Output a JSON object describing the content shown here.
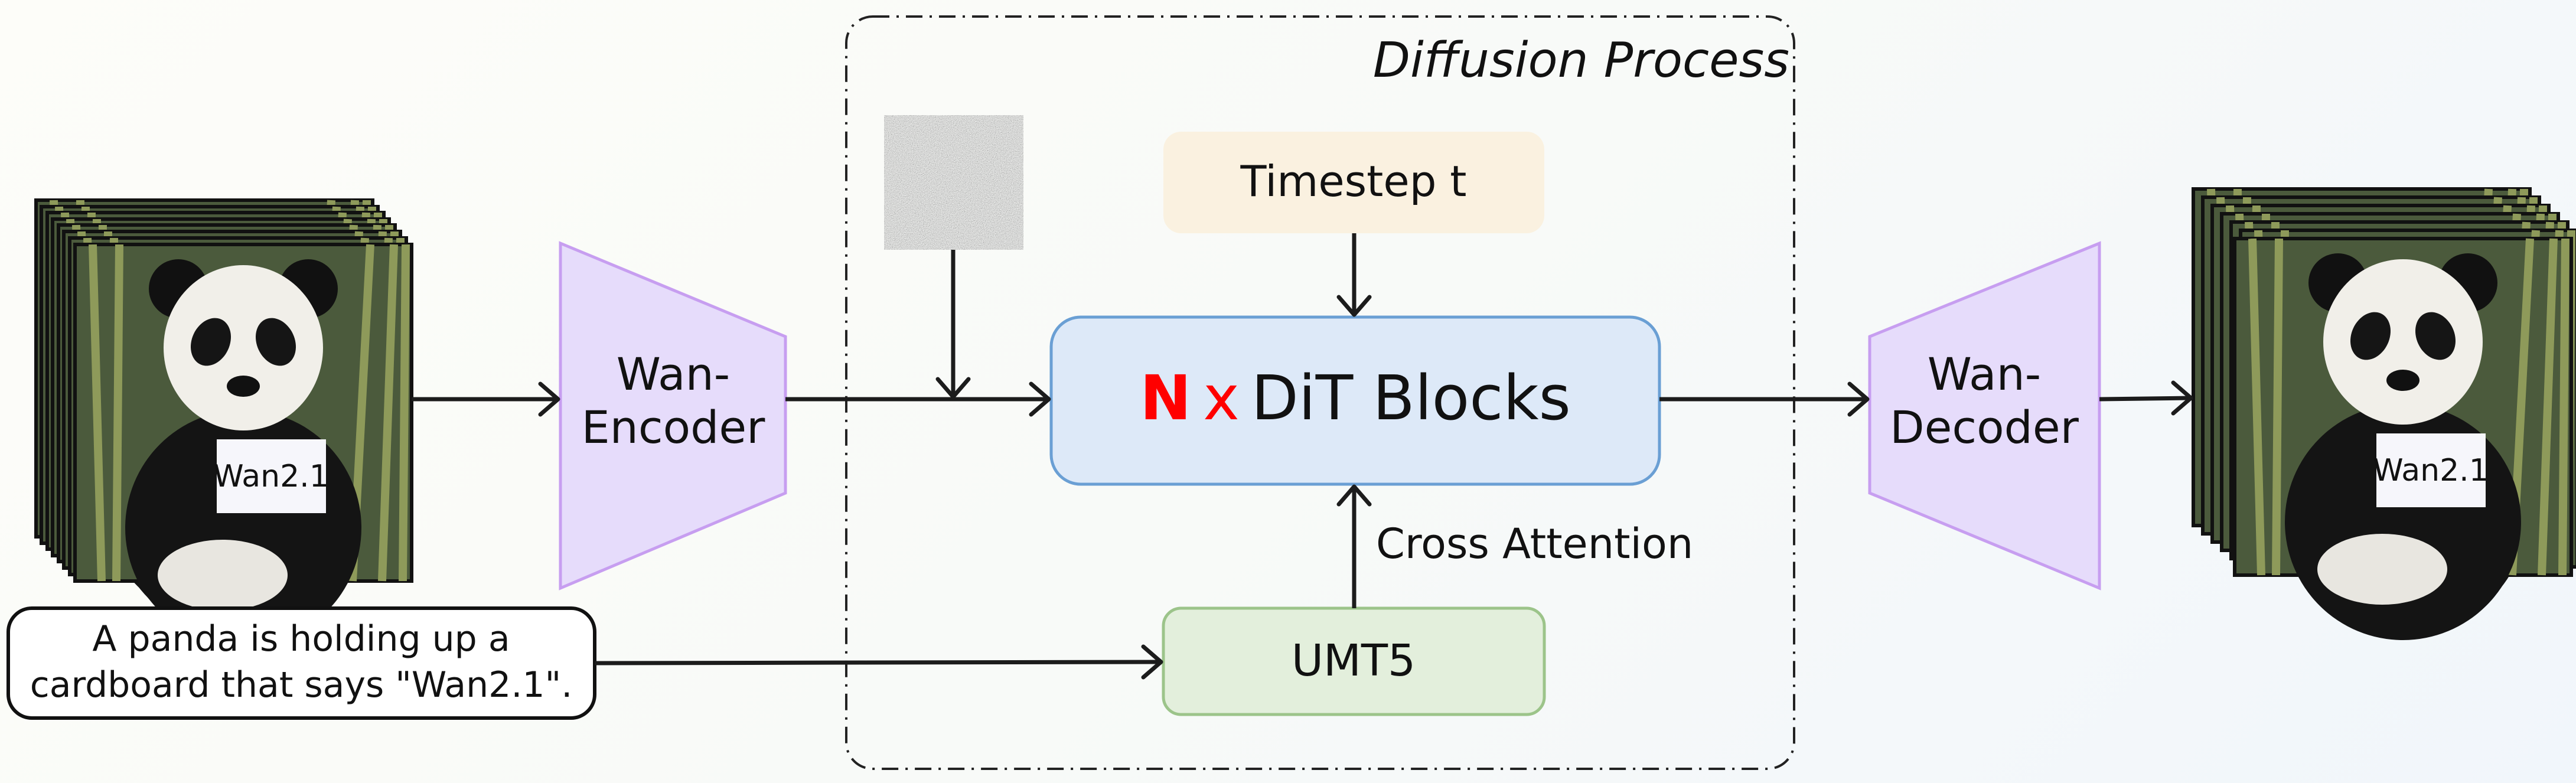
{
  "diagram": {
    "diffusion_title": "Diffusion Process",
    "timestep_label": "Timestep t",
    "dit": {
      "n": "N",
      "x": "x",
      "label": "DiT Blocks"
    },
    "cross_attention_label": "Cross Attention",
    "umt5_label": "UMT5",
    "encoder": {
      "line1": "Wan-",
      "line2": "Encoder"
    },
    "decoder": {
      "line1": "Wan-",
      "line2": "Decoder"
    },
    "prompt": {
      "line1": "A panda is holding up a",
      "line2": "cardboard that says \"Wan2.1\"."
    },
    "image_sign_text": "Wan2.1",
    "colors": {
      "timestep_fill": "#faf1e0",
      "dit_fill": "#dde9f8",
      "dit_stroke": "#6a9fd4",
      "umt5_fill": "#e3efdc",
      "umt5_stroke": "#9cc48a",
      "coder_fill": "#e6dcfb",
      "coder_stroke": "#c79ef0",
      "n_color": "#ff0000"
    }
  }
}
